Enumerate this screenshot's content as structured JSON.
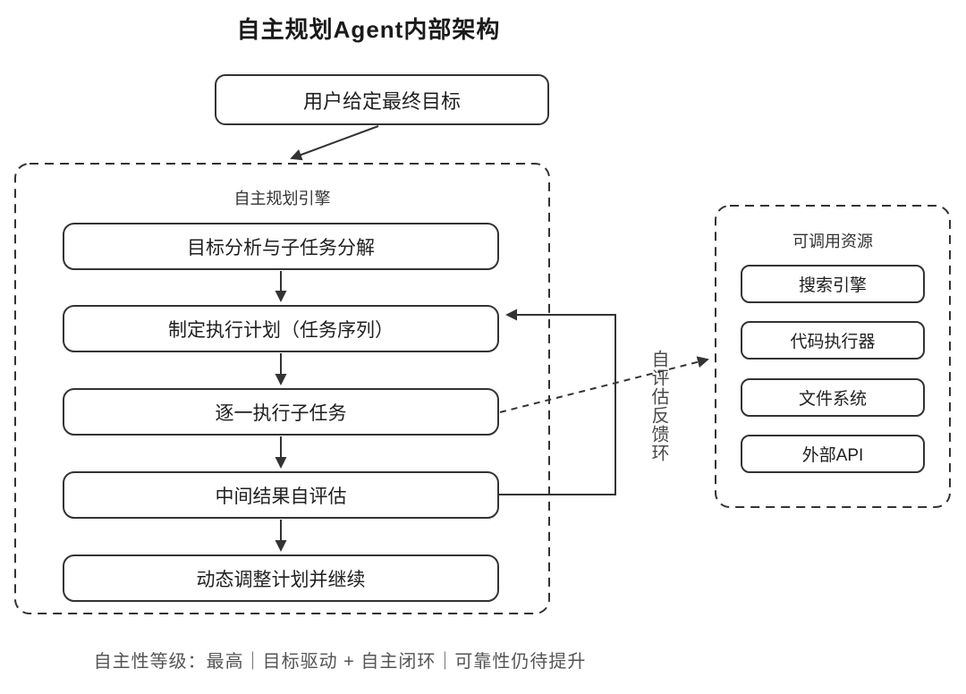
{
  "title": "自主规划Agent内部架构",
  "top_box": {
    "label": "用户给定最终目标"
  },
  "engine": {
    "label": "自主规划引擎",
    "steps": [
      "目标分析与子任务分解",
      "制定执行计划（任务序列）",
      "逐一执行子任务",
      "中间结果自评估",
      "动态调整计划并继续"
    ]
  },
  "feedback_label": "自评估反馈环",
  "resources": {
    "label": "可调用资源",
    "items": [
      "搜索引擎",
      "代码执行器",
      "文件系统",
      "外部API"
    ]
  },
  "caption": "自主性等级：最高｜目标驱动 + 自主闭环｜可靠性仍待提升",
  "colors": {
    "stroke": "#333333",
    "text": "#1f1f1f",
    "muted": "#555555",
    "background": "#ffffff"
  }
}
